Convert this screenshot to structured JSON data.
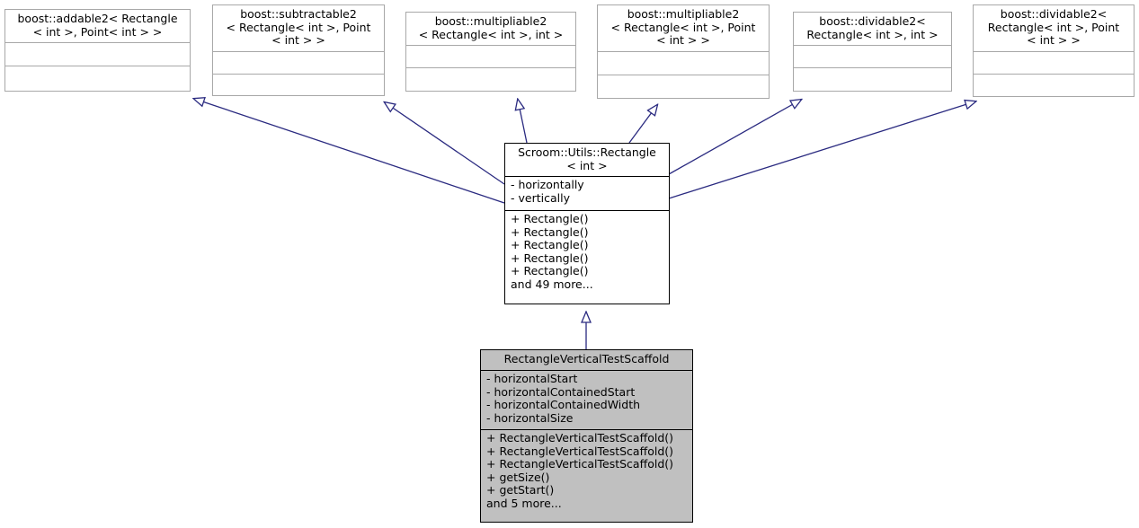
{
  "diagram": {
    "type": "uml-class-inheritance-diagram",
    "edge_color": "#2a2a80",
    "base_border_color": "#a8a8a8",
    "main_border_color": "#000000",
    "derived_fill_color": "#c0c0c0",
    "background": "#ffffff"
  },
  "nodes": {
    "addable2": {
      "title": [
        "boost::addable2< Rectangle",
        "< int >, Point< int > >"
      ],
      "attributes": [],
      "methods": []
    },
    "subtractable2": {
      "title": [
        "boost::subtractable2",
        "< Rectangle< int >, Point",
        "< int > >"
      ],
      "attributes": [],
      "methods": []
    },
    "multipliable2_int": {
      "title": [
        "boost::multipliable2",
        "< Rectangle< int >, int >"
      ],
      "attributes": [],
      "methods": []
    },
    "multipliable2_point": {
      "title": [
        "boost::multipliable2",
        "< Rectangle< int >, Point",
        "< int > >"
      ],
      "attributes": [],
      "methods": []
    },
    "dividable2_int": {
      "title": [
        "boost::dividable2<",
        "Rectangle< int >, int >"
      ],
      "attributes": [],
      "methods": []
    },
    "dividable2_point": {
      "title": [
        "boost::dividable2<",
        "Rectangle< int >, Point",
        "< int > >"
      ],
      "attributes": [],
      "methods": []
    },
    "rectangle": {
      "title": [
        "Scroom::Utils::Rectangle",
        "< int >"
      ],
      "attributes": [
        "- horizontally",
        "- vertically"
      ],
      "methods": [
        "+ Rectangle()",
        "+ Rectangle()",
        "+ Rectangle()",
        "+ Rectangle()",
        "+ Rectangle()",
        "and 49 more..."
      ]
    },
    "scaffold": {
      "title": [
        "RectangleVerticalTestScaffold"
      ],
      "attributes": [
        "- horizontalStart",
        "- horizontalContainedStart",
        "- horizontalContainedWidth",
        "- horizontalSize"
      ],
      "methods": [
        "+ RectangleVerticalTestScaffold()",
        "+ RectangleVerticalTestScaffold()",
        "+ RectangleVerticalTestScaffold()",
        "+ getSize()",
        "+ getStart()",
        "and 5 more..."
      ]
    }
  },
  "edges": [
    {
      "from": "rectangle",
      "to": "addable2",
      "relation": "inheritance"
    },
    {
      "from": "rectangle",
      "to": "subtractable2",
      "relation": "inheritance"
    },
    {
      "from": "rectangle",
      "to": "multipliable2_int",
      "relation": "inheritance"
    },
    {
      "from": "rectangle",
      "to": "multipliable2_point",
      "relation": "inheritance"
    },
    {
      "from": "rectangle",
      "to": "dividable2_int",
      "relation": "inheritance"
    },
    {
      "from": "rectangle",
      "to": "dividable2_point",
      "relation": "inheritance"
    },
    {
      "from": "scaffold",
      "to": "rectangle",
      "relation": "inheritance"
    }
  ]
}
